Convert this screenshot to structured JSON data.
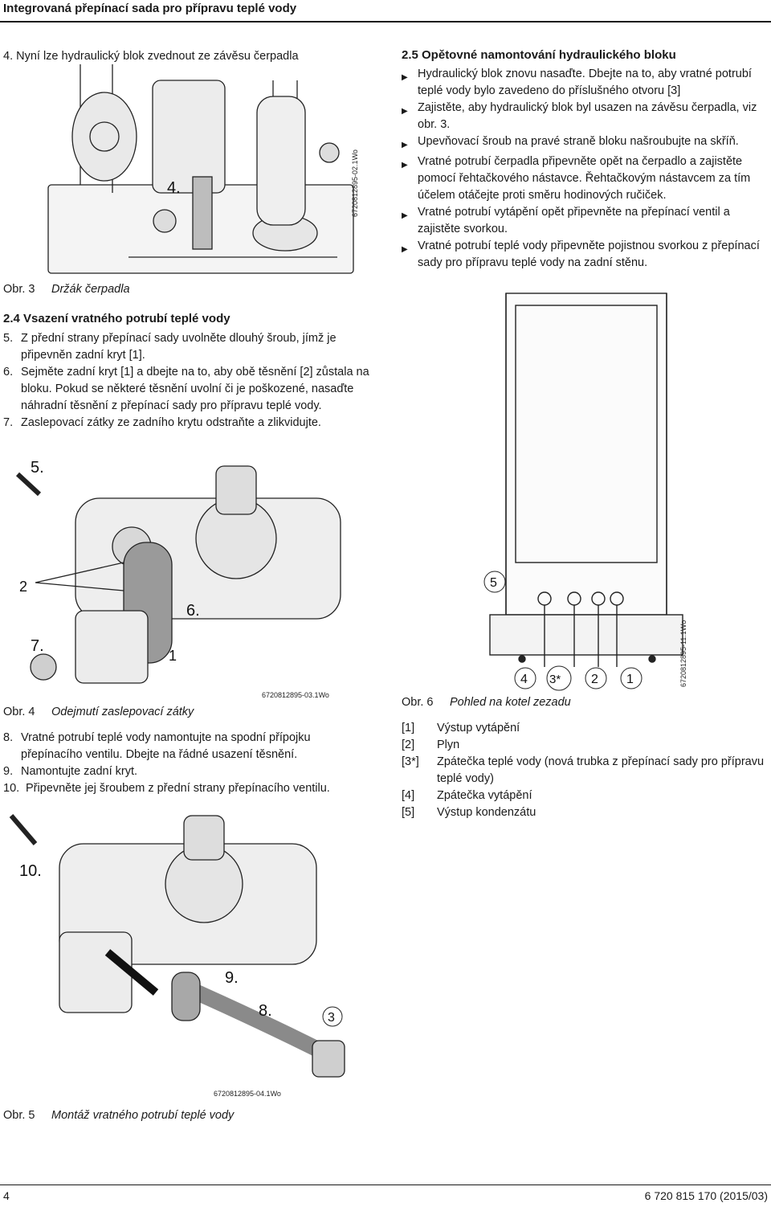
{
  "header": {
    "title": "Integrovaná přepínací sada pro přípravu teplé vody"
  },
  "left": {
    "step4": "4. Nyní lze hydraulický blok zvednout ze závěsu čerpadla",
    "fig3": {
      "label": "Obr. 3",
      "caption": "Držák čerpadla",
      "id": "6720812895-02.1Wo",
      "callout": "4."
    },
    "section24": {
      "heading": "2.4 Vsazení vratného potrubí teplé vody",
      "steps": [
        {
          "n": "5.",
          "t": "Z přední strany přepínací sady uvolněte dlouhý šroub, jímž je připevněn zadní kryt [1]."
        },
        {
          "n": "6.",
          "t": "Sejměte zadní kryt [1] a dbejte na to, aby obě těsnění [2] zůstala na bloku. Pokud se některé těsnění uvolní či je poškozené, nasaďte náhradní těsnění z přepínací sady pro přípravu teplé vody."
        },
        {
          "n": "7.",
          "t": "Zaslepovací zátky ze zadního krytu odstraňte a zlikvidujte."
        }
      ]
    },
    "fig4": {
      "label": "Obr. 4",
      "caption": "Odejmutí zaslepovací zátky",
      "id": "6720812895-03.1Wo",
      "callouts": {
        "c5": "5.",
        "c2": "2",
        "c6": "6.",
        "c7": "7.",
        "c1": "1"
      }
    },
    "steps2": [
      {
        "n": "8.",
        "t": "Vratné potrubí teplé vody namontujte na spodní přípojku přepínacího ventilu. Dbejte na řádné usazení těsnění."
      },
      {
        "n": "9.",
        "t": "Namontujte zadní kryt."
      },
      {
        "n": "10.",
        "t": "Připevněte jej šroubem z přední strany přepínacího ventilu."
      }
    ],
    "fig5": {
      "label": "Obr. 5",
      "caption": "Montáž vratného potrubí teplé vody",
      "id": "6720812895-04.1Wo",
      "callouts": {
        "c10": "10.",
        "c9": "9.",
        "c8": "8.",
        "c3": "3"
      }
    }
  },
  "right": {
    "section25": {
      "heading": "2.5 Opětovné namontování hydraulického bloku",
      "bullets": [
        "Hydraulický blok znovu nasaďte. Dbejte na to, aby vratné potrubí teplé vody bylo zavedeno do příslušného otvoru [3]",
        "Zajistěte, aby hydraulický blok byl usazen na závěsu čerpadla, viz obr. 3.",
        "Upevňovací šroub na pravé straně bloku našroubujte na skříň.",
        "Vratné potrubí čerpadla připevněte opět na čerpadlo a zajistěte pomocí řehtačkového nástavce. Řehtačkovým nástavcem za tím účelem otáčejte proti směru hodinových ručiček.",
        "Vratné potrubí vytápění opět připevněte na přepínací ventil a zajistěte svorkou.",
        "Vratné potrubí teplé vody připevněte pojistnou svorkou z přepínací sady pro přípravu teplé vody na zadní stěnu."
      ]
    },
    "fig6": {
      "label": "Obr. 6",
      "caption": "Pohled na kotel zezadu",
      "id": "6720812895-11.1Wo",
      "callouts": {
        "c5": "5",
        "c4": "4",
        "c3s": "3*",
        "c2": "2",
        "c1": "1"
      }
    },
    "legend": [
      {
        "k": "[1]",
        "v": "Výstup vytápění"
      },
      {
        "k": "[2]",
        "v": "Plyn"
      },
      {
        "k": "[3*]",
        "v": "Zpátečka teplé vody (nová trubka z přepínací sady pro přípravu teplé vody)"
      },
      {
        "k": "[4]",
        "v": "Zpátečka vytápění"
      },
      {
        "k": "[5]",
        "v": "Výstup kondenzátu"
      }
    ]
  },
  "footer": {
    "page": "4",
    "doc": "6 720 815 170 (2015/03)"
  }
}
